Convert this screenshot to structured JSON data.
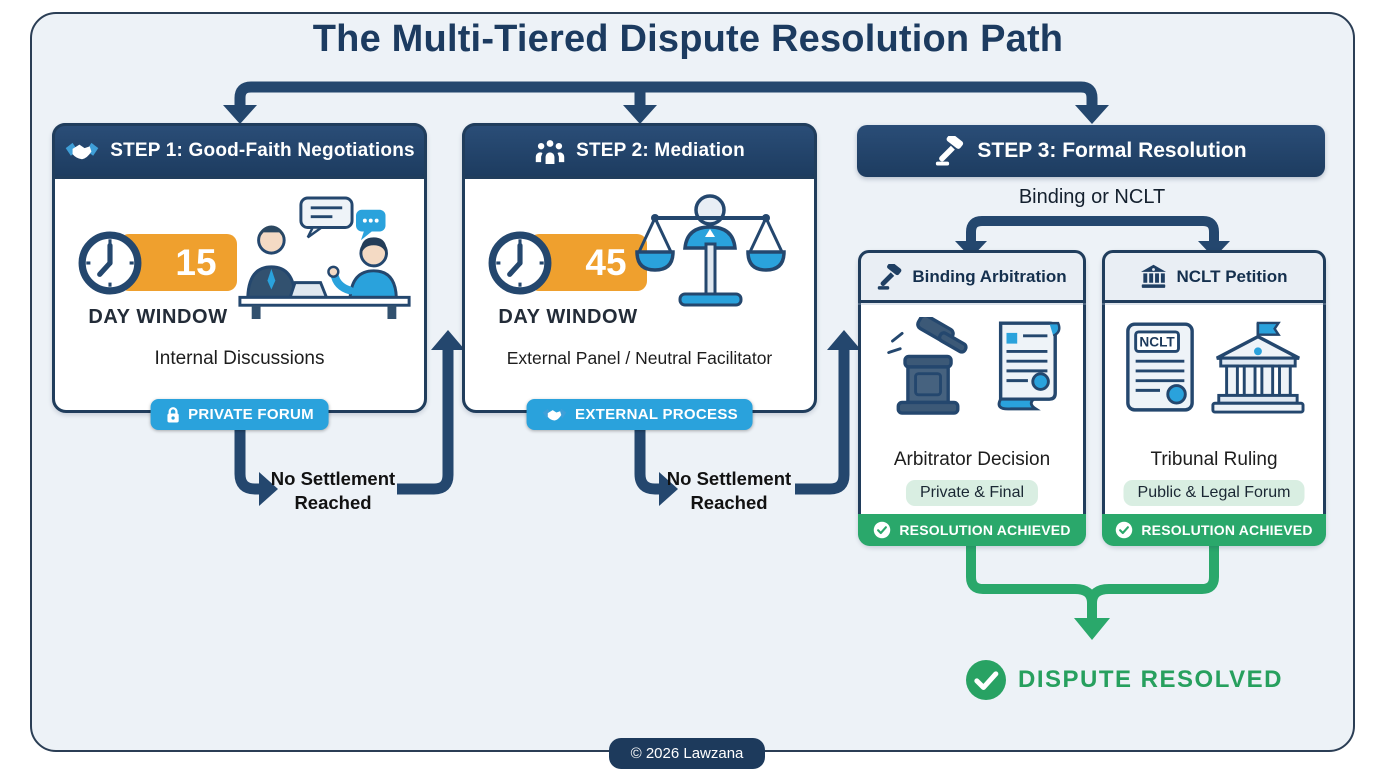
{
  "title": "The Multi-Tiered Dispute Resolution Path",
  "steps": [
    {
      "header": "STEP 1: Good-Faith Negotiations",
      "day_count": "15",
      "day_label": "DAY WINDOW",
      "description": "Internal Discussions",
      "badge": "PRIVATE FORUM"
    },
    {
      "header": "STEP 2: Mediation",
      "day_count": "45",
      "day_label": "DAY WINDOW",
      "description": "External Panel / Neutral Facilitator",
      "badge": "EXTERNAL PROCESS"
    },
    {
      "header": "STEP 3: Formal Resolution",
      "branch_label": "Binding or NCLT"
    }
  ],
  "connectors": {
    "no_settlement_1": "No Settlement Reached",
    "no_settlement_2": "No Settlement Reached"
  },
  "options": [
    {
      "title": "Binding Arbitration",
      "result": "Arbitrator Decision",
      "tag": "Private & Final",
      "footer": "RESOLUTION ACHIEVED"
    },
    {
      "title": "NCLT Petition",
      "doc_label": "NCLT",
      "result": "Tribunal Ruling",
      "tag": "Public & Legal Forum",
      "footer": "RESOLUTION ACHIEVED"
    }
  ],
  "final_label": "DISPUTE RESOLVED",
  "footer_label": "© 2026 Lawzana",
  "colors": {
    "navy": "#1f3f63",
    "arrow_navy": "#24476e",
    "blue": "#2aa2dc",
    "orange": "#efa02e",
    "green": "#2aa86b",
    "light_green": "#d9eee2",
    "canvas": "#edf2f7"
  }
}
